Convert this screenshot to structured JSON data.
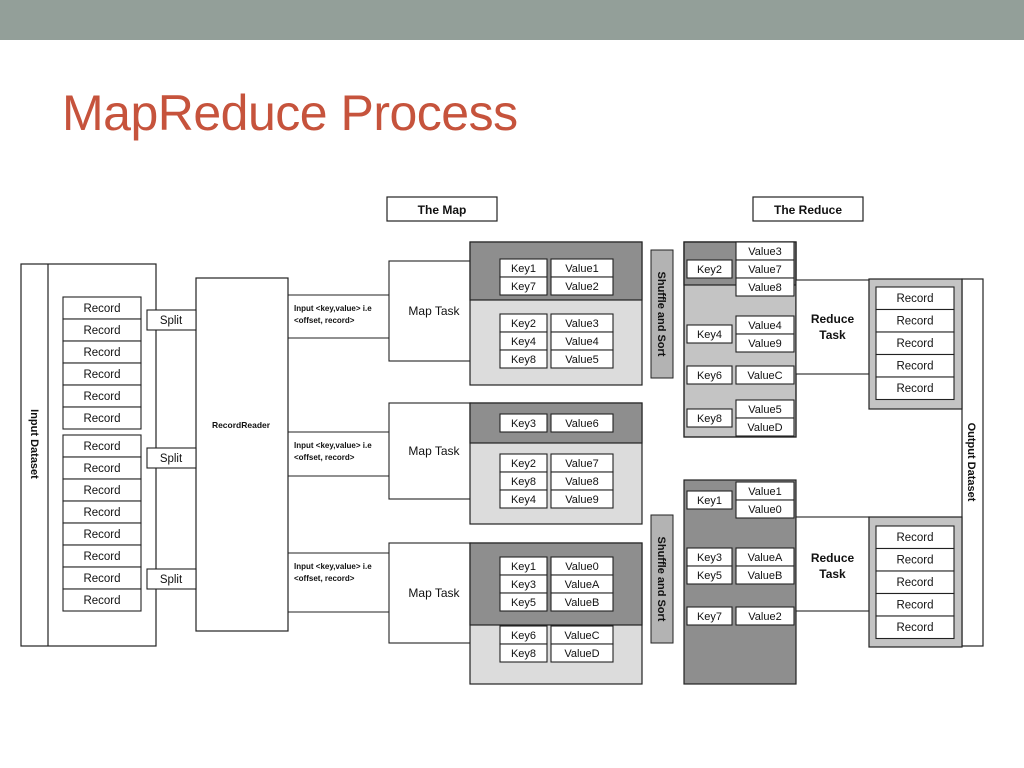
{
  "slide": {
    "title": "MapReduce Process"
  },
  "labels": {
    "the_map": "The Map",
    "the_reduce": "The Reduce",
    "input_dataset": "Input Dataset",
    "output_dataset": "Output Dataset",
    "record_reader": "RecordReader",
    "split": "Split",
    "record": "Record",
    "map_task": "Map Task",
    "reduce_task_line1": "Reduce",
    "reduce_task_line2": "Task",
    "shuffle_sort": "Shuffle and Sort",
    "input_line1": "Input <key,value> i.e",
    "input_line2": "<offset, record>"
  },
  "map_groups": [
    {
      "top": [
        [
          "Key1",
          "Value1"
        ],
        [
          "Key7",
          "Value2"
        ]
      ],
      "bottom": [
        [
          "Key2",
          "Value3"
        ],
        [
          "Key4",
          "Value4"
        ],
        [
          "Key8",
          "Value5"
        ]
      ]
    },
    {
      "top": [
        [
          "Key3",
          "Value6"
        ]
      ],
      "bottom": [
        [
          "Key2",
          "Value7"
        ],
        [
          "Key8",
          "Value8"
        ],
        [
          "Key4",
          "Value9"
        ]
      ]
    },
    {
      "top": [
        [
          "Key1",
          "Value0"
        ],
        [
          "Key3",
          "ValueA"
        ],
        [
          "Key5",
          "ValueB"
        ]
      ],
      "bottom": [
        [
          "Key6",
          "ValueC"
        ],
        [
          "Key8",
          "ValueD"
        ]
      ]
    }
  ],
  "reduce_groups": [
    {
      "items": [
        {
          "key": "Key2",
          "values": [
            "Value3",
            "Value7",
            "Value8"
          ]
        },
        {
          "key": "Key4",
          "values": [
            "Value4",
            "Value9"
          ]
        },
        {
          "key": "Key6",
          "values": [
            "ValueC"
          ]
        },
        {
          "key": "Key8",
          "values": [
            "Value5",
            "ValueD"
          ]
        }
      ]
    },
    {
      "items": [
        {
          "key": "Key1",
          "values": [
            "Value1",
            "Value0"
          ]
        },
        {
          "key": "Key3",
          "values": [
            "ValueA"
          ]
        },
        {
          "key": "Key5",
          "values": [
            "ValueB"
          ]
        },
        {
          "key": "Key7",
          "values": [
            "Value2"
          ]
        }
      ]
    }
  ],
  "colors": {
    "title": "#c6533c",
    "topbar": "#939f99",
    "dark_gray": "#8e8e8e",
    "light_gray": "#dcdcdc",
    "mid_gray": "#c4c4c4"
  }
}
